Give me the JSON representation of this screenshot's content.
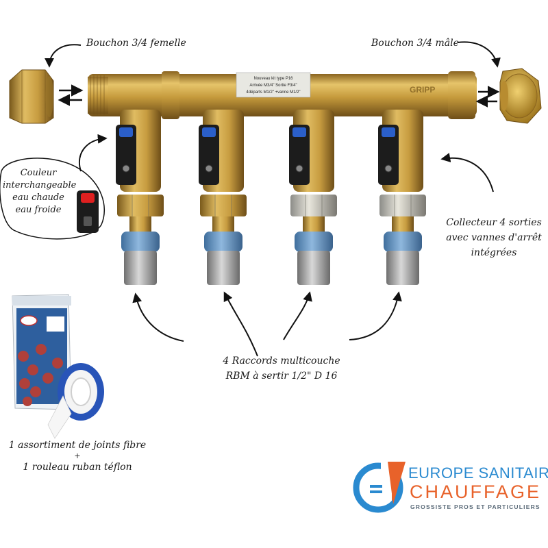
{
  "labels": {
    "cap_female": "Bouchon 3/4 femelle",
    "cap_male": "Bouchon 3/4 mâle",
    "color_line1": "Couleur",
    "color_line2": "interchangeable",
    "color_line3": "eau chaude",
    "color_line4": "eau froide",
    "collector_line1": "Collecteur 4 sorties",
    "collector_line2": "avec vannes d'arrêt",
    "collector_line3": "intégrées",
    "fittings_line1": "4 Raccords multicouche",
    "fittings_line2": "RBM à sertir 1/2\" D 16",
    "kit_line1": "1 assortiment de joints fibre",
    "kit_plus": "+",
    "kit_line2": "1 rouleau ruban téflon"
  },
  "manifold": {
    "stamp": "GRIPP",
    "sticker_line1": "Nouveau kit type P16",
    "sticker_line2": "Arrivée M3/4\" Sortie F3/4\"",
    "sticker_line3": "4départs M1/2\" +vanne M1/2\"",
    "outlets": 4
  },
  "brand": {
    "line1": "EUROPE SANITAIRE",
    "line2": "CHAUFFAGE",
    "tagline": "GROSSISTE PROS ET PARTICULIERS"
  },
  "colors": {
    "brass": "#c8a040",
    "valve_black": "#1c1c1c",
    "valve_blue": "#2b5fc9",
    "valve_red": "#e02020",
    "press_ring": "#5d8fc0",
    "brand_blue": "#2a8ad0",
    "brand_orange": "#e8622a"
  }
}
